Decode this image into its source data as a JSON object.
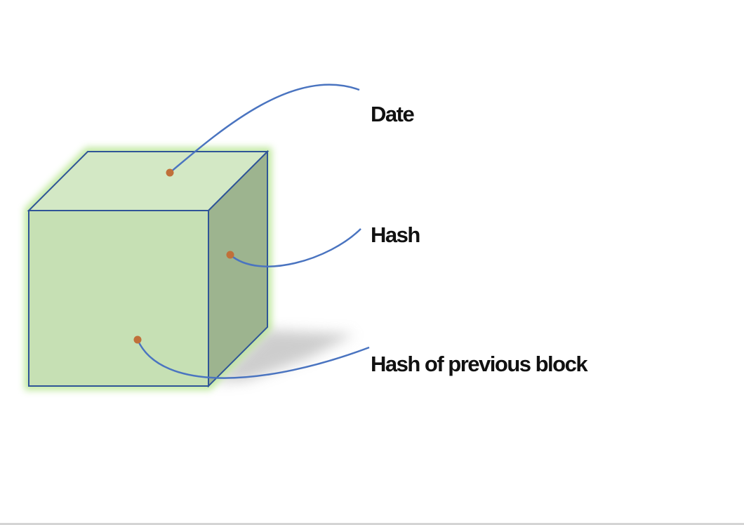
{
  "labels": {
    "date": "Date",
    "hash": "Hash",
    "previous_hash": "Hash of previous block"
  },
  "colors": {
    "front_face": "#c6e0b4",
    "top_face": "#d3e8c5",
    "side_face": "#9db48f",
    "cube_outline": "#2f5597",
    "glow": "#a9e07c",
    "connector": "#4a74c0",
    "dot": "#c0703a",
    "shadow": "#bfbfbf"
  }
}
